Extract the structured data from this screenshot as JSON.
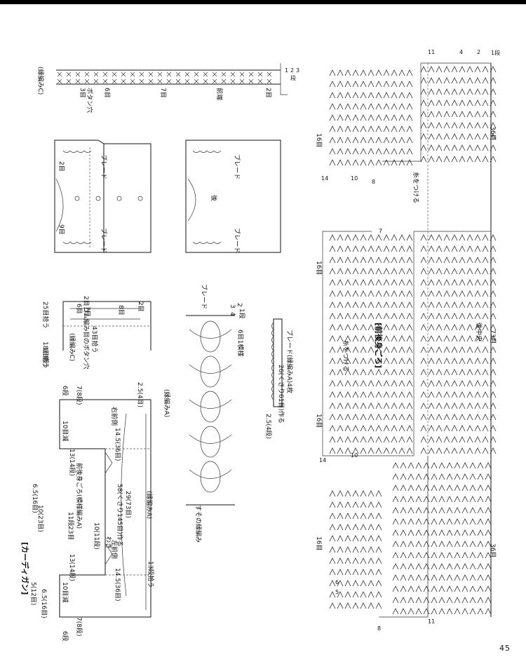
{
  "page": {
    "number": "45",
    "title": "[カーディガン]"
  },
  "schematic": {
    "left_front": "左前側",
    "right_front": "右前側",
    "body": "前後身ごろ(模様編みA)",
    "chain": "58(くさり145目)作る",
    "width": "29(73目)",
    "hem": "13段拾う",
    "edge": "(縁編みA)",
    "side": "わき",
    "dims": [
      "6.5(16目)",
      "10(23目)",
      "5(12目)",
      "13(14段)",
      "10(11段)",
      "14.5(36目)",
      "2.5(4目)",
      "7(8段)",
      "11段",
      "9目",
      "8目",
      "23目",
      "10目減",
      "2目",
      "6段"
    ]
  },
  "sleeve_detail": {
    "labels": [
      "25目拾う",
      "18目拾う",
      "43目拾う",
      "(縁編みC)",
      "2目ゴム編み目のボタン穴",
      "6目",
      "7目",
      "8目",
      "2目",
      "1(3段)"
    ]
  },
  "edging_a": {
    "title": "(縁編みA)",
    "labels": [
      "6目1模様",
      "ブレード",
      "すその縁編み",
      "3",
      "4",
      "2",
      "1段"
    ]
  },
  "braid": {
    "labels": [
      "ブレード(縁編みA)4枚",
      "26(くさり61目)作る",
      "2.5(4段)"
    ]
  },
  "garment_views": {
    "front_labels": [
      "ブレード",
      "2目",
      "9目"
    ],
    "back_labels": [
      "ブレード",
      "後"
    ]
  },
  "edging_c": {
    "title": "(縁編みC)",
    "labels": [
      "ボタン穴",
      "3目",
      "6目",
      "7目",
      "前端",
      "2目",
      "1",
      "2",
      "3",
      "段"
    ]
  },
  "main_chart": {
    "title": "[前後身ごろ]",
    "labels": [
      "16目",
      "36目",
      "73目",
      "後中央",
      "糸をつける",
      "14",
      "10",
      "8",
      "7",
      "6",
      "5",
      "4",
      "2",
      "1段",
      "11"
    ]
  }
}
